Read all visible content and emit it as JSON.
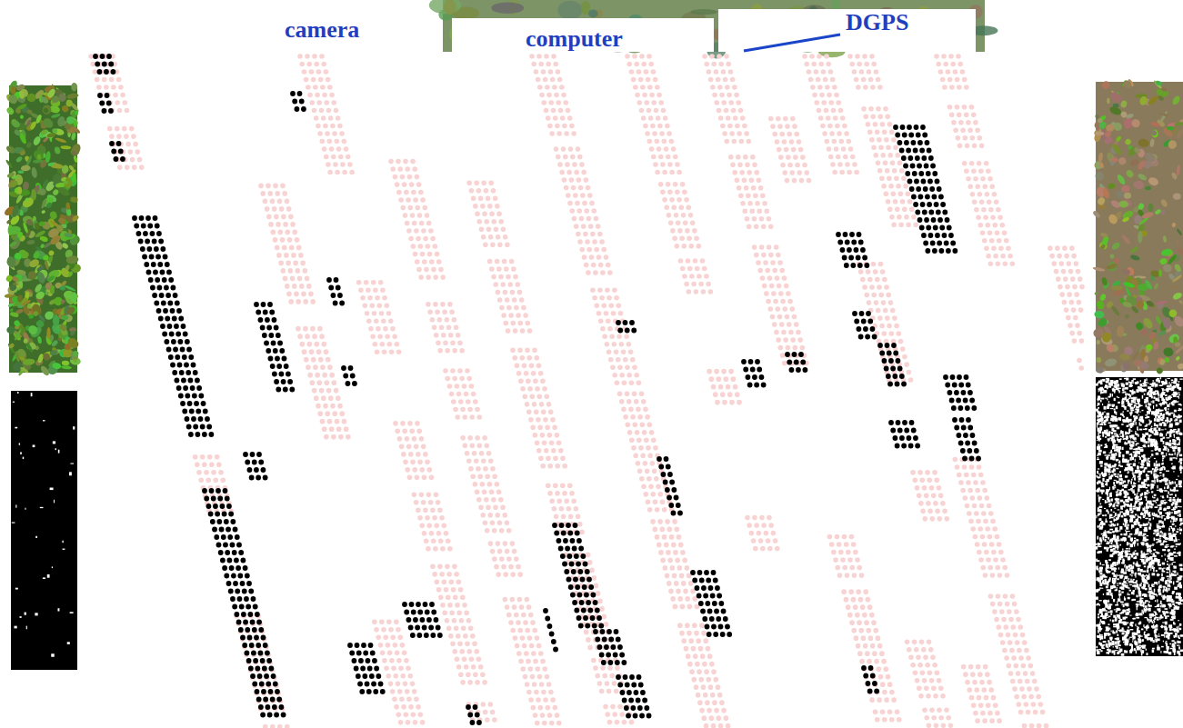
{
  "diagram": {
    "labels": [
      "camera",
      "computer",
      "DGPS"
    ]
  }
}
